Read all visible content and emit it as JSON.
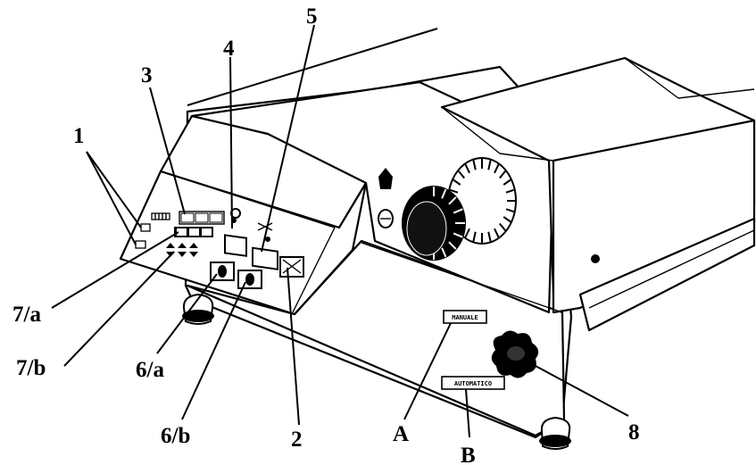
{
  "diagram": {
    "callouts": {
      "c1": "1",
      "c3": "3",
      "c4": "4",
      "c5": "5",
      "c7a": "7/a",
      "c7b": "7/b",
      "c6a": "6/a",
      "c6b": "6/b",
      "c2": "2",
      "cA": "A",
      "cB": "B",
      "c8": "8"
    },
    "plates": {
      "manual": "MANUALE",
      "automatic": "AUTOMATICO"
    }
  }
}
